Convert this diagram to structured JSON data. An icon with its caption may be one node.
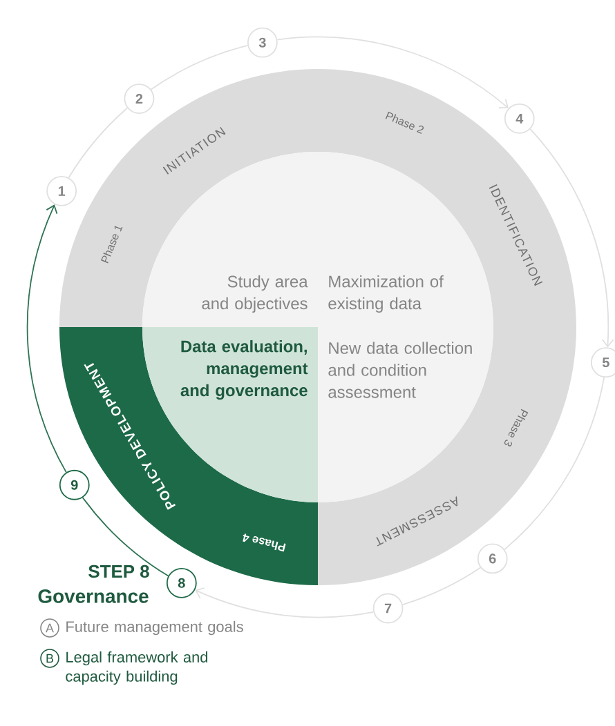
{
  "diagram": {
    "nodes": [
      {
        "text": [
          "Phase 1",
          "INITIATION"
        ]
      },
      {
        "text": [
          "Phase 2",
          "IDENTIFICATION"
        ]
      },
      {
        "text": [
          "Phase 3",
          "ASSESSMENT"
        ]
      },
      {
        "text": [
          "Phase 4",
          "POLICY DEVELOPMENT"
        ]
      },
      {
        "text": [
          "Study area and objectives"
        ]
      },
      {
        "text": [
          "Maximization of existing data"
        ]
      },
      {
        "text": [
          "Data evaluation, management and governance"
        ]
      },
      {
        "text": [
          "New data collection and condition assessment"
        ]
      },
      {
        "text": [
          "1"
        ]
      },
      {
        "text": [
          "2"
        ]
      },
      {
        "text": [
          "3"
        ]
      },
      {
        "text": [
          "4"
        ]
      },
      {
        "text": [
          "5"
        ]
      },
      {
        "text": [
          "6"
        ]
      },
      {
        "text": [
          "7"
        ]
      },
      {
        "text": [
          "8"
        ]
      },
      {
        "text": [
          "9"
        ]
      }
    ],
    "edges": [
      {
        "from": 8,
        "to": 9,
        "arrow": "none"
      },
      {
        "from": 9,
        "to": 10,
        "arrow": "none"
      },
      {
        "from": 10,
        "to": 11,
        "arrow": "to"
      },
      {
        "from": 11,
        "to": 12,
        "arrow": "to"
      },
      {
        "from": 12,
        "to": 13,
        "arrow": "none"
      },
      {
        "from": 13,
        "to": 14,
        "arrow": "none"
      },
      {
        "from": 14,
        "to": 15,
        "arrow": "to"
      },
      {
        "from": 15,
        "to": 16,
        "arrow": "none",
        "color": "#2e7454"
      },
      {
        "from": 16,
        "to": 8,
        "arrow": "to",
        "color": "#2e7454"
      }
    ],
    "labels": [
      "STEP 8",
      "Governance",
      "A",
      "Future management goals",
      "B",
      "Legal framework and capacity building"
    ]
  }
}
